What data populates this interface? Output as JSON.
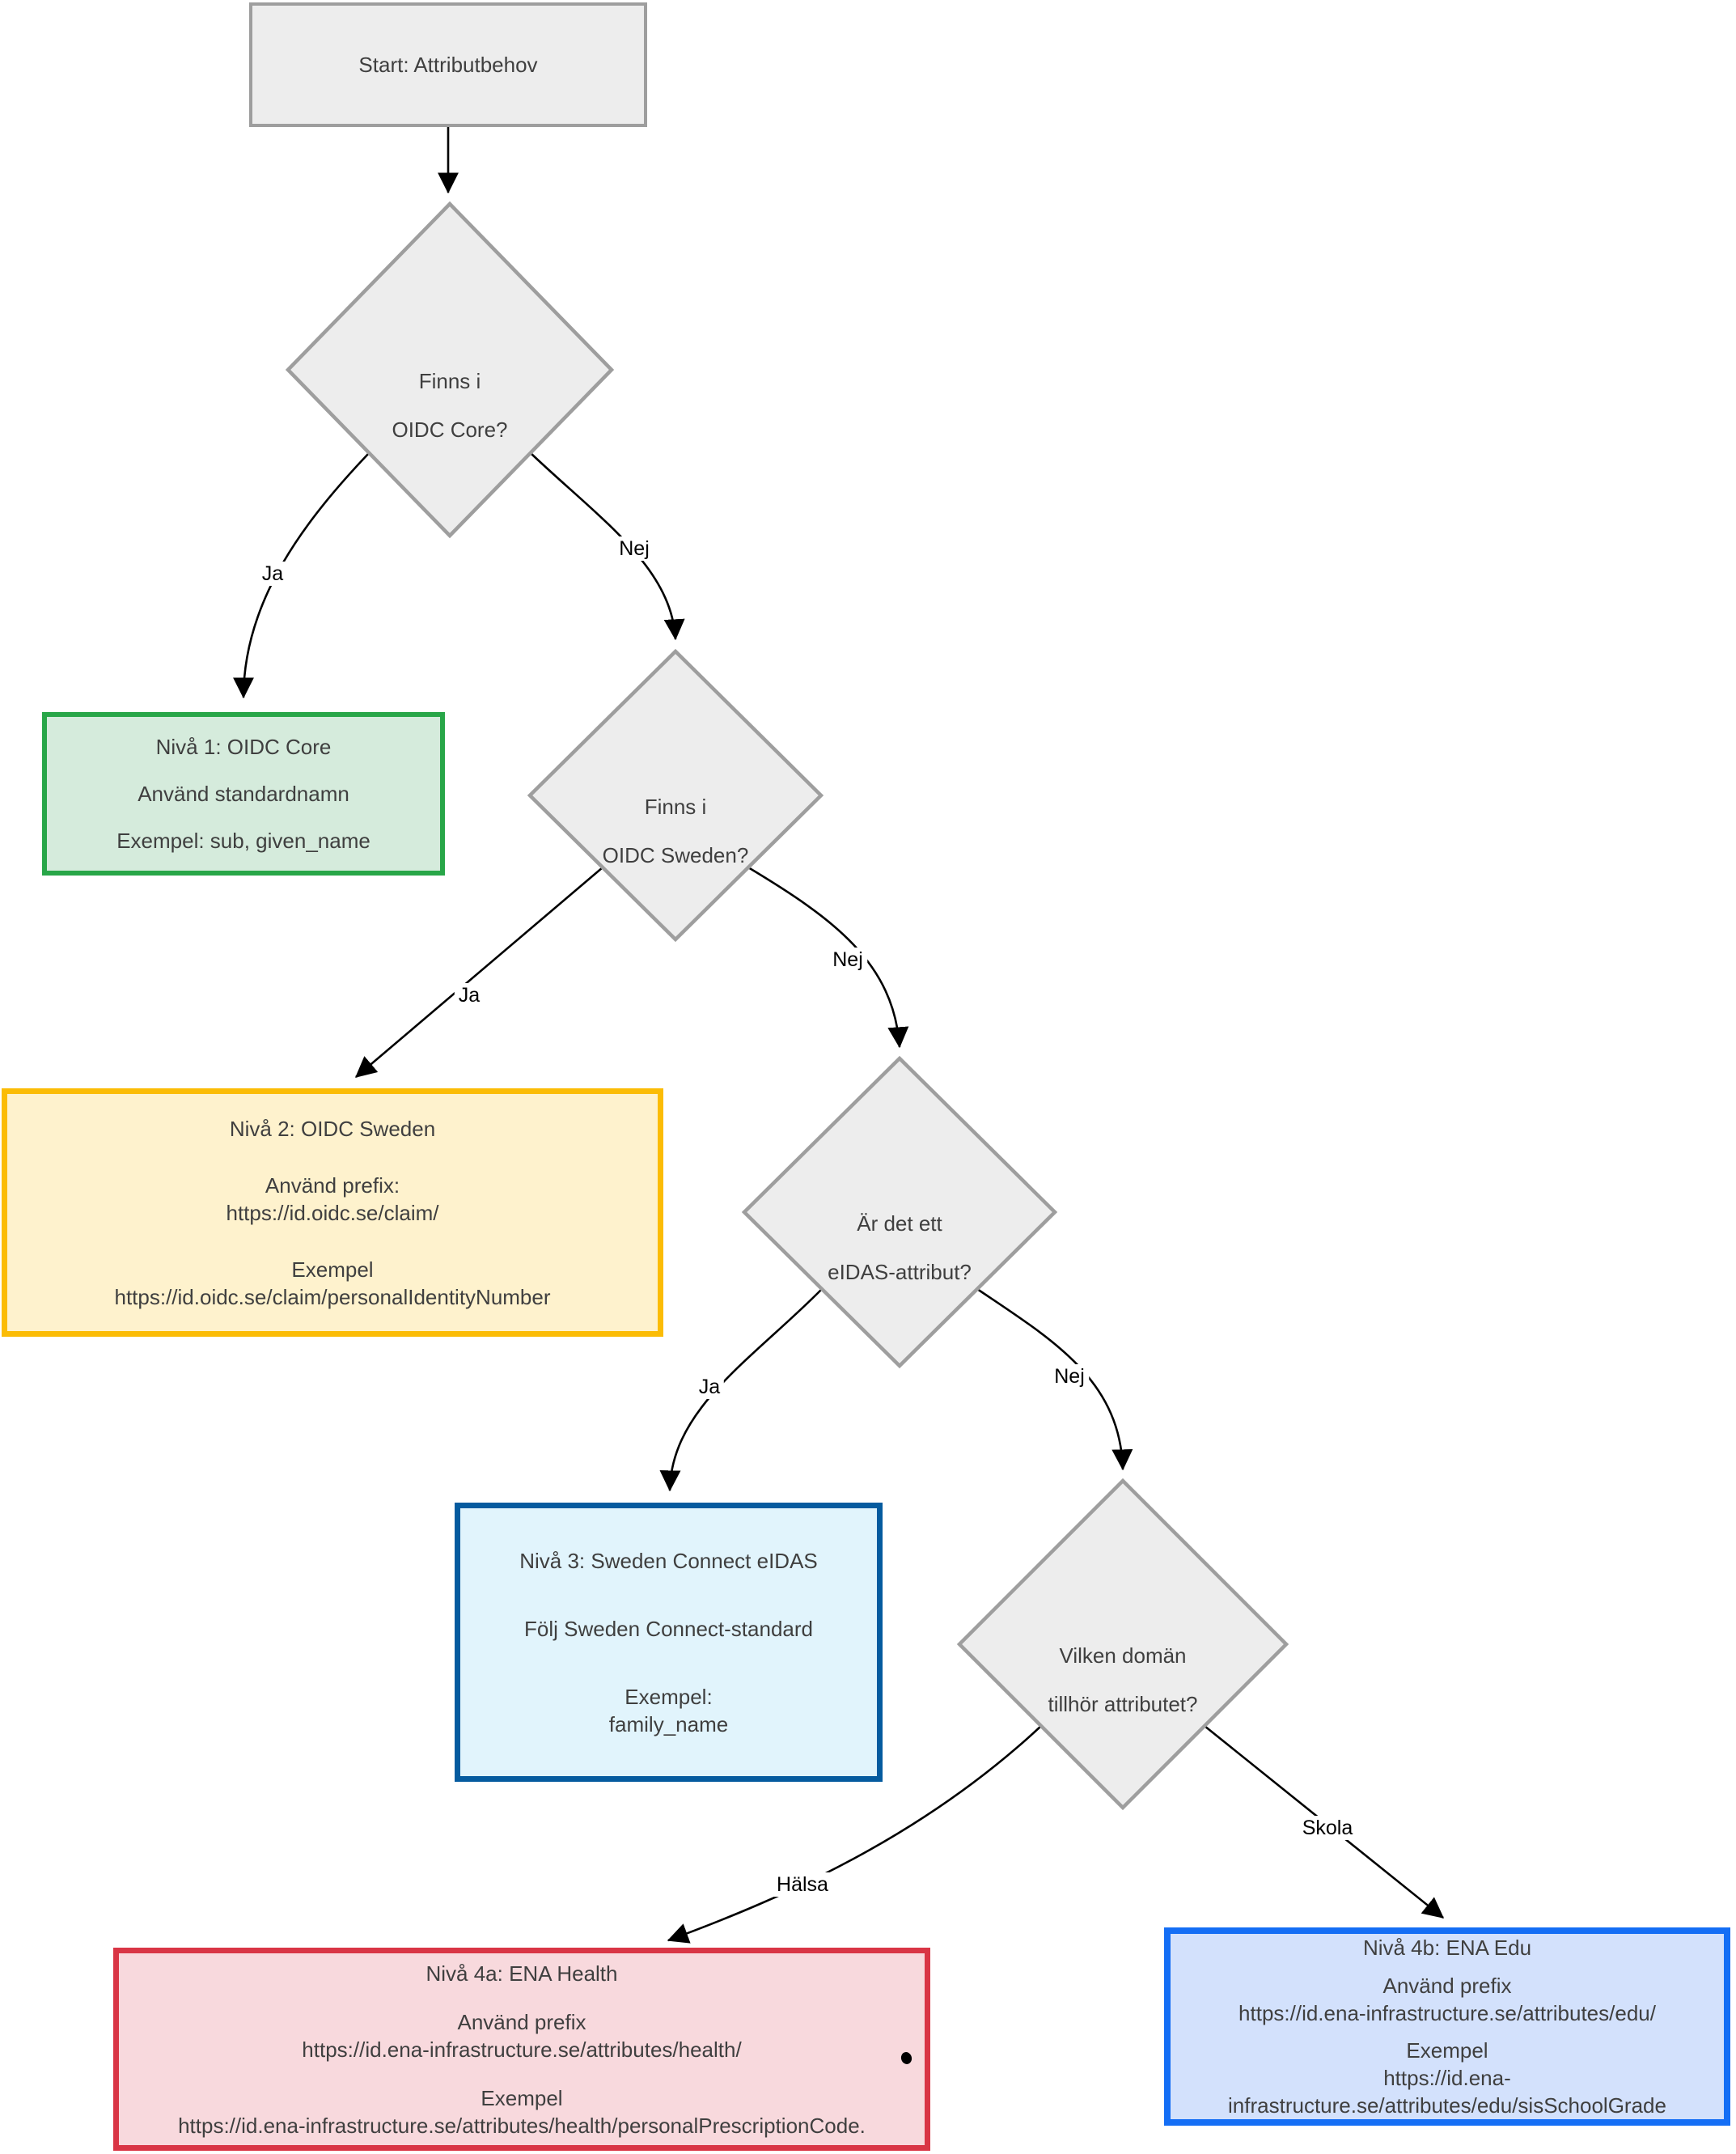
{
  "diagram": {
    "nodes": {
      "start": {
        "title": "Start: Attributbehov"
      },
      "decision_oidc_core": {
        "lines": [
          "Finns  i",
          "OIDC Core?"
        ]
      },
      "level1": {
        "title": "Nivå 1: OIDC Core",
        "body": "Använd standardnamn",
        "example": "Exempel: sub, given_name"
      },
      "decision_oidc_sweden": {
        "lines": [
          "Finns i",
          "OIDC Sweden?"
        ]
      },
      "level2": {
        "title": "Nivå 2: OIDC Sweden",
        "prefix_label": "Använd prefix:",
        "prefix": "https://id.oidc.se/claim/",
        "example_label": "Exempel",
        "example": "https://id.oidc.se/claim/personalIdentityNumber"
      },
      "decision_eidas": {
        "lines": [
          "Är det ett",
          "eIDAS-attribut?"
        ]
      },
      "level3": {
        "title": "Nivå 3: Sweden Connect eIDAS",
        "body": "Följ Sweden Connect-standard",
        "example_label": "Exempel:",
        "example": "family_name"
      },
      "decision_domain": {
        "lines": [
          "Vilken domän",
          "tillhör attributet?"
        ]
      },
      "level4a": {
        "title": "Nivå 4a: ENA Health",
        "prefix_label": "Använd prefix",
        "prefix": "https://id.ena-infrastructure.se/attributes/health/",
        "example_label": "Exempel",
        "example": "https://id.ena-infrastructure.se/attributes/health/personalPrescriptionCode."
      },
      "level4b": {
        "title": "Nivå 4b: ENA Edu",
        "prefix_label": "Använd prefix",
        "prefix": "https://id.ena-infrastructure.se/attributes/edu/",
        "example_label": "Exempel",
        "example": "https://id.ena-infrastructure.se/attributes/edu/sisSchoolGrade"
      }
    },
    "edges": {
      "core_yes": "Ja",
      "core_no": "Nej",
      "sweden_yes": "Ja",
      "sweden_no": "Nej",
      "eidas_yes": "Ja",
      "eidas_no": "Nej",
      "domain_health": "Hälsa",
      "domain_school": "Skola"
    },
    "colors": {
      "canvas_bg": "#ffffff",
      "node_text": "#3f3f3f",
      "edge_text": "#000000",
      "edge_stroke": "#000000",
      "neutral_fill": "#ededed",
      "neutral_border": "#9e9e9e",
      "level1_fill": "#d5ebdc",
      "level1_border": "#28a648",
      "level2_fill": "#fef2cd",
      "level2_border": "#fbbc05",
      "level3_fill": "#e1f4fc",
      "level3_border": "#055b9f",
      "level4a_fill": "#f8d9dd",
      "level4a_border": "#d93545",
      "level4b_fill": "#d3e1fc",
      "level4b_border": "#146ef5"
    }
  }
}
